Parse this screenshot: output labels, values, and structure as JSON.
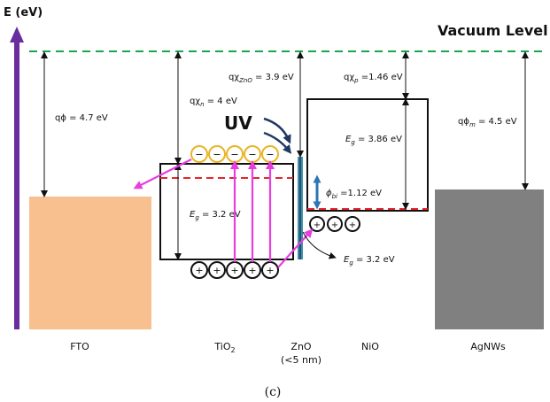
{
  "axis_label": "E (eV)",
  "vacuum_level": "Vacuum Level",
  "energies": {
    "fto_work_function": "qϕ = 4.7 eV",
    "tio2_affinity": "qχ",
    "tio2_affinity_sub": "n",
    "tio2_affinity_val": " = 4 eV",
    "zno_affinity": "qχ",
    "zno_affinity_sub": "ZnO",
    "zno_affinity_val": " = 3.9 eV",
    "nio_affinity": "qχ",
    "nio_affinity_sub": "p",
    "nio_affinity_val": " =1.46 eV",
    "agnws_work_function": "qϕ",
    "agnws_work_function_sub": "m",
    "agnws_work_function_val": " = 4.5 eV",
    "tio2_bandgap": "E",
    "tio2_bandgap_sub": "g",
    "tio2_bandgap_val": " = 3.2 eV",
    "nio_bandgap": "E",
    "nio_bandgap_sub": "g",
    "nio_bandgap_val": " = 3.86 eV",
    "zno_bandgap": "E",
    "zno_bandgap_sub": "g",
    "zno_bandgap_val": " = 3.2 eV",
    "built_in": "ϕ",
    "built_in_sub": "bi",
    "built_in_val": " =1.12 eV"
  },
  "uv_label": "UV",
  "layers": [
    {
      "name": "FTO"
    },
    {
      "name": "TiO",
      "sub": "2"
    },
    {
      "name": "ZnO",
      "note": "(<5 nm)"
    },
    {
      "name": "NiO"
    },
    {
      "name": "AgNWs"
    }
  ],
  "electron_symbol": "−",
  "hole_symbol": "+",
  "caption": "(c)",
  "colors": {
    "axis": "#6a2c9e",
    "vacuum": "#1aa64b",
    "fermi": "#e5242b",
    "fto": "#f7c08e",
    "agnws": "#808080",
    "zno": "#3d8fb0",
    "electron": "#e8b528",
    "arrow_pink": "#e83ee0",
    "uv": "#1f3864",
    "built_in": "#2e75b6"
  }
}
